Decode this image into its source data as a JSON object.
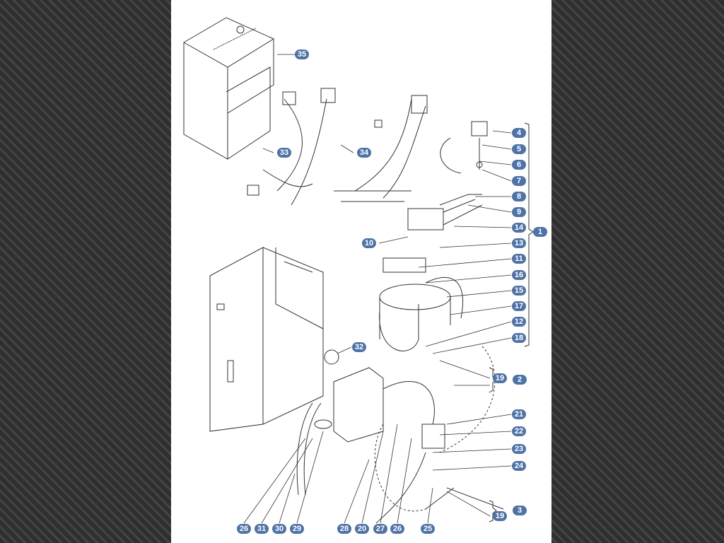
{
  "callouts": {
    "c35": "35",
    "c33": "33",
    "c34": "34",
    "c4": "4",
    "c5": "5",
    "c6": "6",
    "c7": "7",
    "c8": "8",
    "c9": "9",
    "c10": "10",
    "c14": "14",
    "c1": "1",
    "c13": "13",
    "c11": "11",
    "c16": "16",
    "c15": "15",
    "c17": "17",
    "c12": "12",
    "c18": "18",
    "c19a": "19",
    "c2": "2",
    "c32": "32",
    "c21": "21",
    "c22": "22",
    "c23": "23",
    "c24": "24",
    "c3": "3",
    "c19b": "19",
    "c26a": "26",
    "c31": "31",
    "c30": "30",
    "c29": "29",
    "c28": "28",
    "c20": "20",
    "c27": "27",
    "c26b": "26",
    "c25": "25"
  },
  "colors": {
    "callout": "#4f73a6",
    "line": "#333333"
  }
}
